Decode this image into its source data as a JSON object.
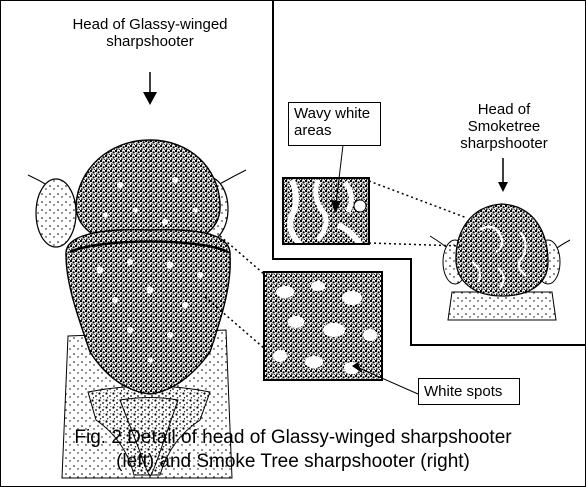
{
  "labels": {
    "gws_head": "Head of Glassy-winged sharpshooter",
    "smoketree_head": "Head of Smoketree sharpshooter",
    "wavy_white": "Wavy white areas",
    "white_spots": "White spots"
  },
  "caption": {
    "line1": "Fig. 2  Detail of head of Glassy-winged sharpshooter",
    "line2": "(left) and Smoke Tree sharpshooter (right)"
  },
  "colors": {
    "ink": "#000000",
    "paper": "#ffffff"
  }
}
